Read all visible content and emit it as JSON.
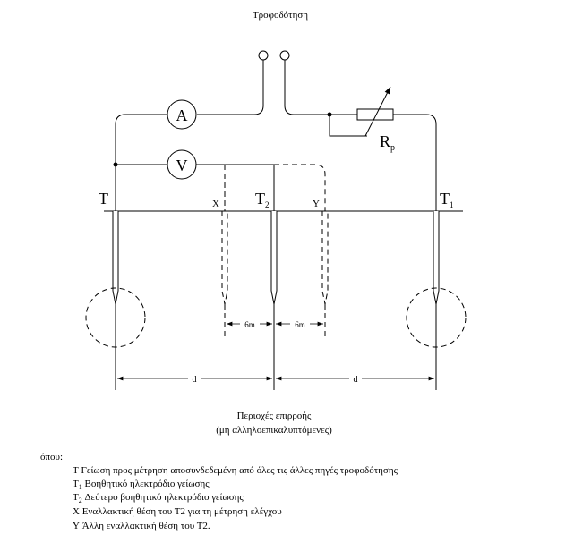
{
  "diagram": {
    "title": "Τροφοδότηση",
    "ammeter_label": "A",
    "voltmeter_label": "V",
    "resistor_label": "R",
    "resistor_subscript": "p",
    "electrode_T": "T",
    "electrode_T2": "T",
    "electrode_T2_sub": "2",
    "electrode_T1": "T",
    "electrode_T1_sub": "1",
    "position_X": "X",
    "position_Y": "Y",
    "spacing_label": "6m",
    "distance_label": "d",
    "caption_line1": "Περιοχές επιρροής",
    "caption_line2": "(μη αλληλοεπικαλυπτόμενες)"
  },
  "legend": {
    "heading": "όπου:",
    "items": [
      {
        "symbol": "T",
        "sub": "",
        "text": "  Γείωση προς μέτρηση αποσυνδεδεμένη από  όλες τις άλλες πηγές τροφοδότησης"
      },
      {
        "symbol": "T",
        "sub": "1",
        "text": " Βοηθητικό ηλεκτρόδιο γείωσης"
      },
      {
        "symbol": "T",
        "sub": "2",
        "text": " Δεύτερο βοηθητικό ηλεκτρόδιο γείωσης"
      },
      {
        "symbol": "X",
        "sub": "",
        "text": "  Εναλλακτική θέση του Τ2 για τη μέτρηση ελέγχου"
      },
      {
        "symbol": "Y",
        "sub": "",
        "text": "  Άλλη εναλλακτική θέση του Τ2."
      }
    ]
  }
}
